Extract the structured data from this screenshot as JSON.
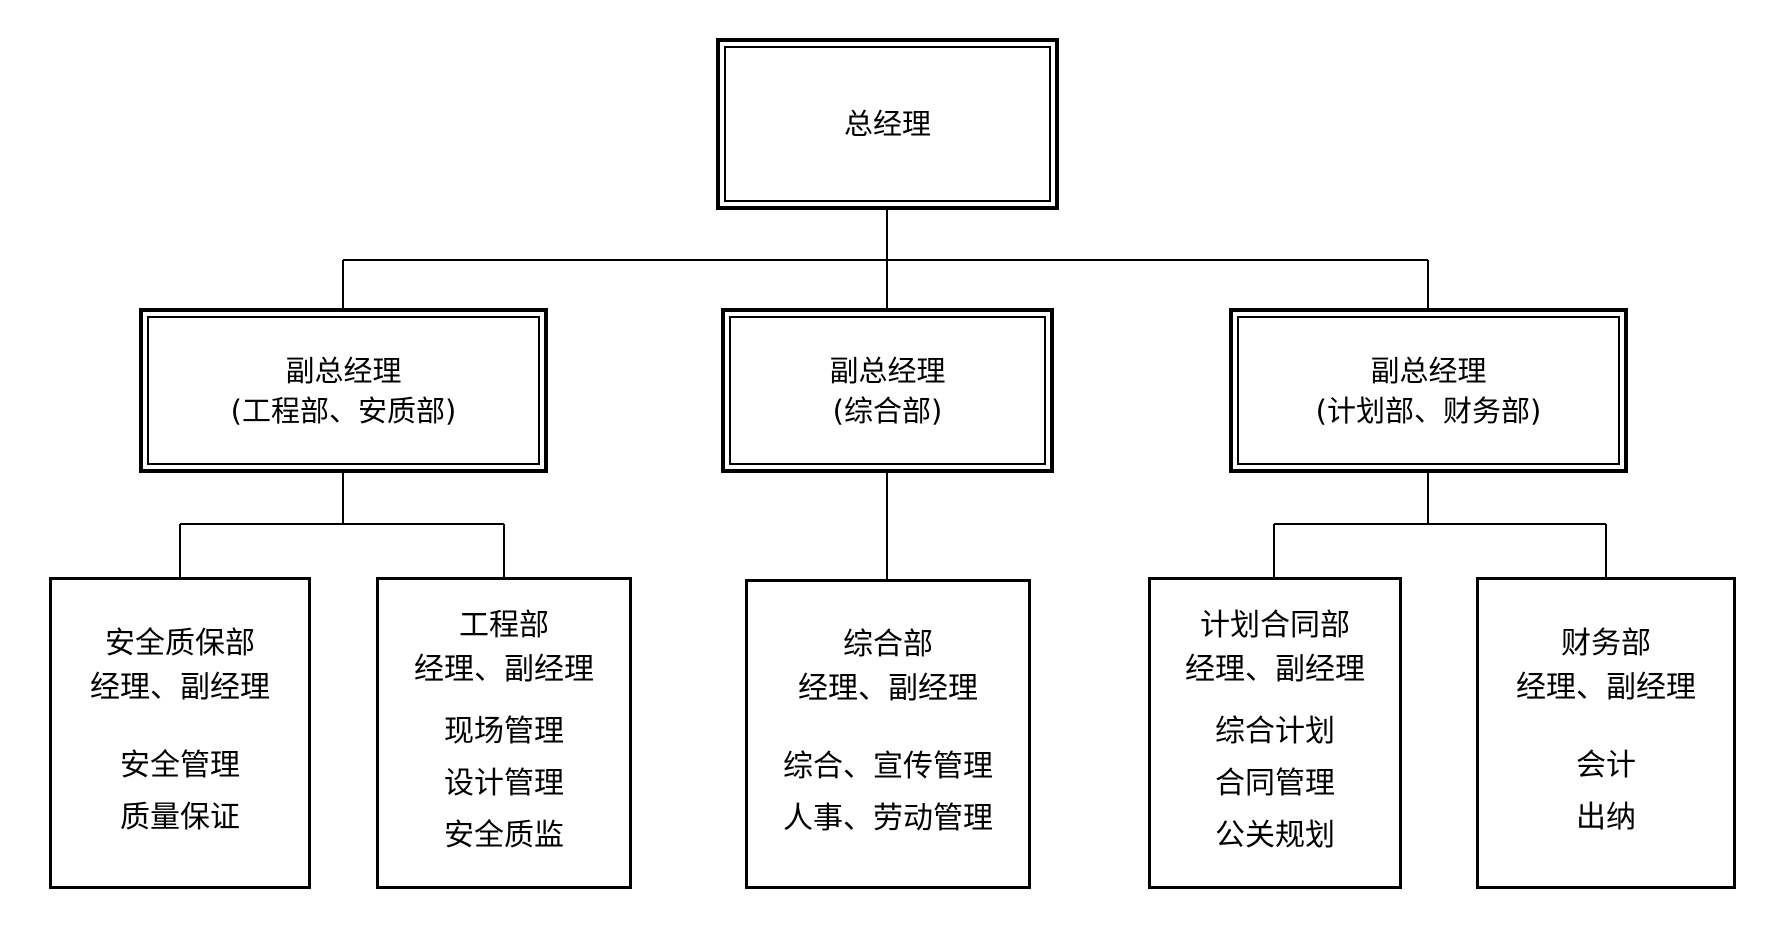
{
  "ceo": {
    "title": "总经理"
  },
  "deputies": [
    {
      "title": "副总经理",
      "scope": "(工程部、安质部)"
    },
    {
      "title": "副总经理",
      "scope": "(综合部)"
    },
    {
      "title": "副总经理",
      "scope": "(计划部、财务部)"
    }
  ],
  "departments": [
    {
      "name": "安全质保部",
      "managers": "经理、副经理",
      "duties": [
        "安全管理",
        "质量保证"
      ]
    },
    {
      "name": "工程部",
      "managers": "经理、副经理",
      "duties": [
        "现场管理",
        "设计管理",
        "安全质监"
      ]
    },
    {
      "name": "综合部",
      "managers": "经理、副经理",
      "duties": [
        "综合、宣传管理",
        "人事、劳动管理"
      ]
    },
    {
      "name": "计划合同部",
      "managers": "经理、副经理",
      "duties": [
        "综合计划",
        "合同管理",
        "公关规划"
      ]
    },
    {
      "name": "财务部",
      "managers": "经理、副经理",
      "duties": [
        "会计",
        "出纳"
      ]
    }
  ]
}
